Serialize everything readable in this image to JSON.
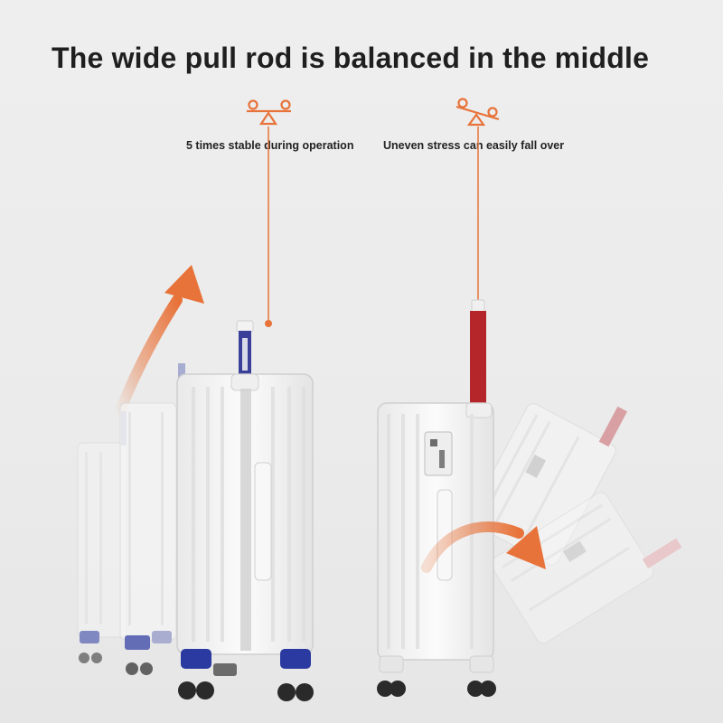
{
  "title": "The wide pull rod is balanced in the middle",
  "captions": {
    "stable": "5 times stable during operation",
    "unstable": "Uneven stress can easily fall over"
  },
  "colors": {
    "accent_orange": "#e8733a",
    "handle_red": "#b5262a",
    "handle_red_fade": "#c9646a",
    "handle_pink": "#e8a2a8",
    "wheel_blue": "#2b3aa0",
    "wheel_dark": "#2a2a2a",
    "shell_white": "#f6f6f6"
  },
  "icons": {
    "balanced": "seesaw-balanced-icon",
    "tilted": "seesaw-tilted-icon"
  }
}
